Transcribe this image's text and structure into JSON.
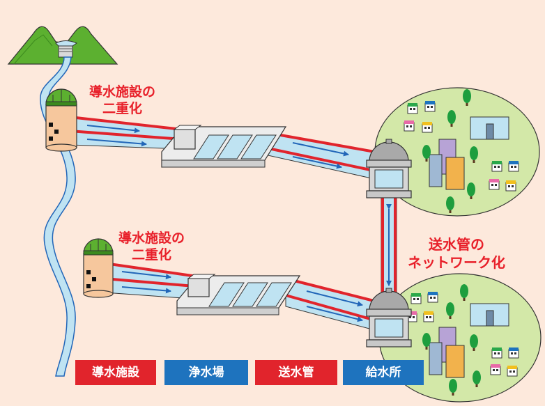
{
  "labels": {
    "upper_dual_intake_line1": "導水施設の",
    "upper_dual_intake_line2": "二重化",
    "lower_dual_intake_line1": "導水施設の",
    "lower_dual_intake_line2": "二重化",
    "network_line1": "送水管の",
    "network_line2": "ネットワーク化"
  },
  "legend": [
    {
      "label": "導水施設",
      "color": "#e1242c"
    },
    {
      "label": "浄水場",
      "color": "#1e73be"
    },
    {
      "label": "送水管",
      "color": "#e1242c"
    },
    {
      "label": "給水所",
      "color": "#1e73be"
    }
  ],
  "colors": {
    "background": "#fde9dc",
    "pipe_fill": "#bfe3f2",
    "pipe_red": "#e1242c",
    "flow_arrow": "#2266b8",
    "town_green": "#d3e8a8",
    "mountain_green": "#5cb030",
    "label_red": "#e8202a"
  }
}
